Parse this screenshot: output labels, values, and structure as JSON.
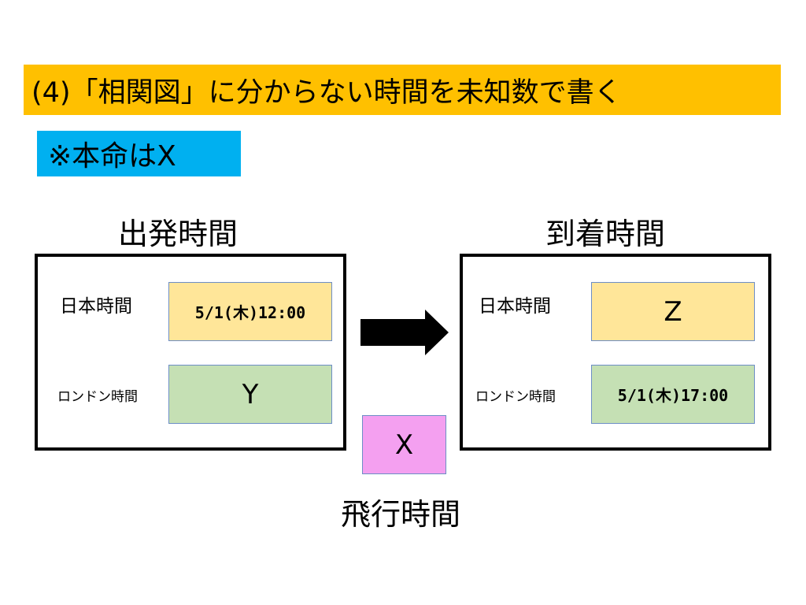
{
  "title": "(4)「相関図」に分からない時間を未知数で書く",
  "note": "※本命はX",
  "departure": {
    "heading": "出発時間",
    "japan_label": "日本時間",
    "japan_value": "5/1(木)12:00",
    "london_label": "ロンドン時間",
    "london_value": "Y"
  },
  "arrival": {
    "heading": "到着時間",
    "japan_label": "日本時間",
    "japan_value": "Z",
    "london_label": "ロンドン時間",
    "london_value": "5/1(木)17:00"
  },
  "flight": {
    "value": "X",
    "label": "飛行時間"
  },
  "colors": {
    "title_bg": "#ffc000",
    "note_bg": "#00b0f0",
    "japan_cell": "#ffe699",
    "london_cell": "#c5e0b4",
    "flight_cell": "#f4a0f0",
    "cell_border": "#6d8ec6"
  },
  "icons": {
    "arrow": "right-arrow-icon"
  }
}
